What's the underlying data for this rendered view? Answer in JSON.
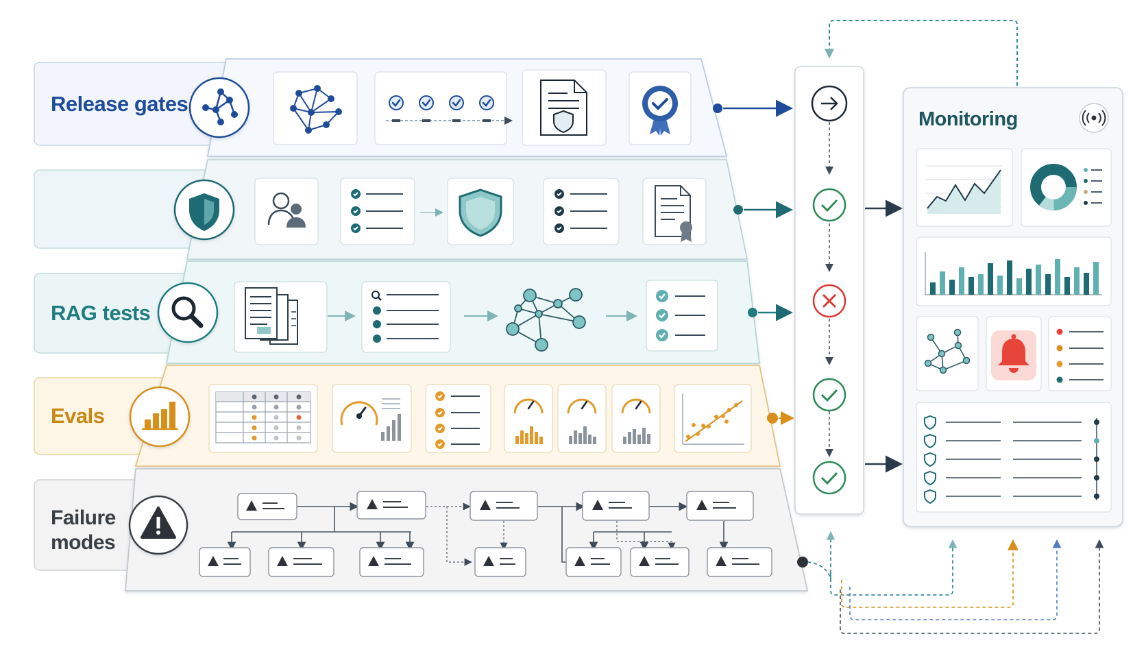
{
  "layers": [
    {
      "id": "release",
      "label": "Release gates",
      "lines": [
        "Release gates"
      ],
      "color": "#1e4c9a",
      "icon": "network-icon"
    },
    {
      "id": "safety",
      "label": "",
      "lines": [],
      "color": "#1f6b73",
      "icon": "shield-icon"
    },
    {
      "id": "rag",
      "label": "RAG tests",
      "lines": [
        "RAG tests"
      ],
      "color": "#1f7c80",
      "icon": "search-icon"
    },
    {
      "id": "evals",
      "label": "Evals",
      "lines": [
        "Evals"
      ],
      "color": "#c98714",
      "icon": "bar-chart-icon"
    },
    {
      "id": "failure",
      "label": "Failure modes",
      "lines": [
        "Failure",
        "modes"
      ],
      "color": "#3a3f45",
      "icon": "warning-icon"
    }
  ],
  "gate_sequence": [
    "arrow-right-icon",
    "check-icon",
    "x-icon",
    "check-icon",
    "check-icon"
  ],
  "monitoring": {
    "title": "Monitoring",
    "icon": "broadcast-icon"
  },
  "colors": {
    "blue": "#1e4c9a",
    "teal": "#1f7c80",
    "green": "#2e8b57",
    "red": "#d93a32",
    "orange": "#d78f1a",
    "gray": "#3a3f45"
  }
}
